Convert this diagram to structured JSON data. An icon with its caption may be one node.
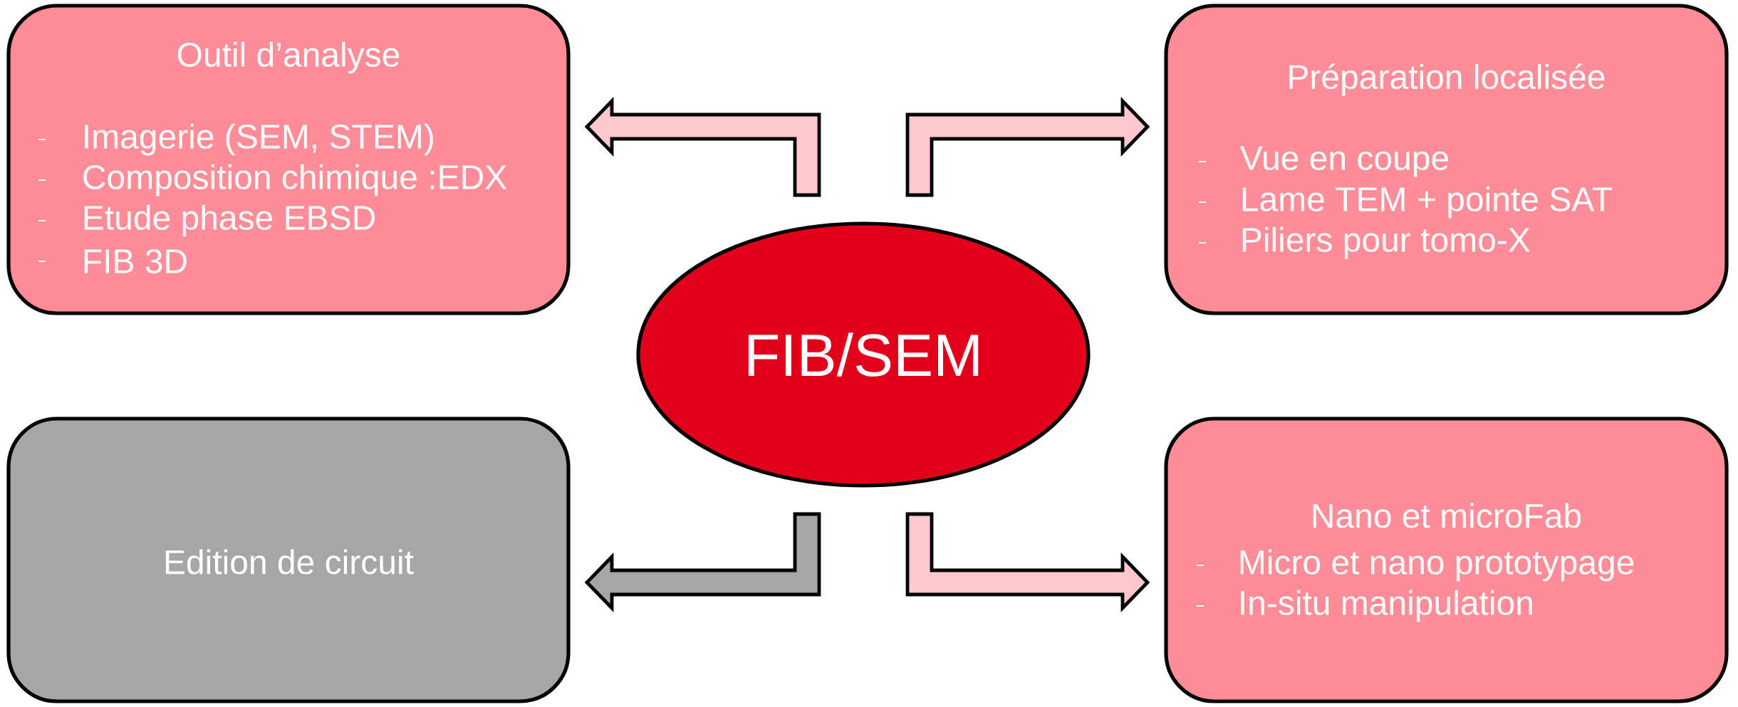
{
  "diagram": {
    "nodes": [
      {
        "text": [
          "Outil d’analyse",
          "Imagerie (SEM, STEM)",
          "Composition chimique :EDX",
          "Etude phase EBSD",
          "FIB 3D"
        ]
      },
      {
        "text": [
          "Préparation localisée",
          "Vue en coupe",
          "Lame TEM + pointe SAT",
          "Piliers pour tomo-X"
        ]
      },
      {
        "text": [
          "FIB/SEM"
        ]
      },
      {
        "text": [
          "Edition de circuit"
        ]
      },
      {
        "text": [
          "Nano et microFab",
          "Micro et nano prototypage",
          "In-situ manipulation"
        ]
      }
    ],
    "edges": [
      {
        "from": 2,
        "to": 0,
        "arrow": "to"
      },
      {
        "from": 2,
        "to": 1,
        "arrow": "to"
      },
      {
        "from": 2,
        "to": 3,
        "arrow": "to",
        "color": "#a6a6a6"
      },
      {
        "from": 2,
        "to": 4,
        "arrow": "to"
      }
    ]
  }
}
